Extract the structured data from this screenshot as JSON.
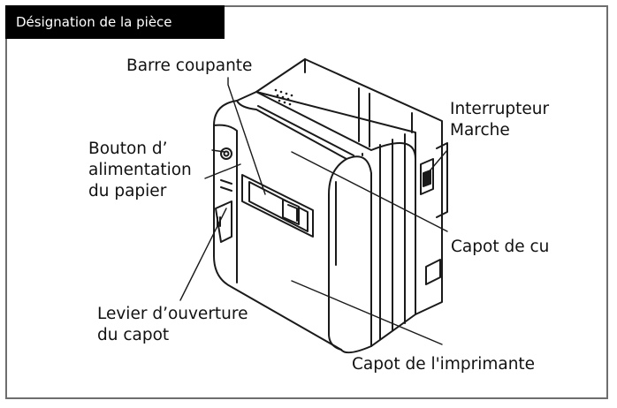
{
  "header": {
    "title": "Désignation de la pièce"
  },
  "labels": {
    "cutter_bar": "Barre coupante",
    "power_switch_1": "Interrupteur",
    "power_switch_2": "Marche",
    "feed_button_1": "Bouton d’",
    "feed_button_2": "alimentation",
    "feed_button_3": "du papier",
    "cutter_cover": "Capot de cu",
    "cover_lever_1": "Levier d’ouverture",
    "cover_lever_2": "du capot",
    "printer_cover": "Capot de l'imprimante"
  },
  "colors": {
    "line": "#1a1a1a",
    "frame": "#6e6e6e",
    "header_bg": "#000000",
    "header_text": "#ffffff"
  }
}
